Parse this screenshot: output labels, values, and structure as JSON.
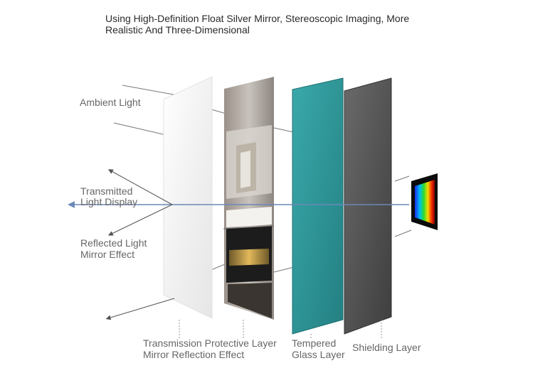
{
  "title": {
    "line1": "Using High-Definition Float Silver Mirror, Stereoscopic Imaging, More",
    "line2": "Realistic And Three-Dimensional"
  },
  "labels": {
    "ambient": "Ambient Light",
    "transmitted_1": "Transmitted",
    "transmitted_2": "Light Display",
    "reflected_1": "Reflected Light",
    "reflected_2": "Mirror Effect",
    "transmission_1": "Transmission Protective Layer",
    "transmission_2": "Mirror Reflection Effect",
    "tempered_1": "Tempered",
    "tempered_2": "Glass Layer",
    "shielding": "Shielding Layer"
  },
  "colors": {
    "tempered_glass": "#2f9ea0",
    "shielding": "#555555",
    "arrow": "#555555",
    "transmitted_arrow": "#6b88b8"
  }
}
